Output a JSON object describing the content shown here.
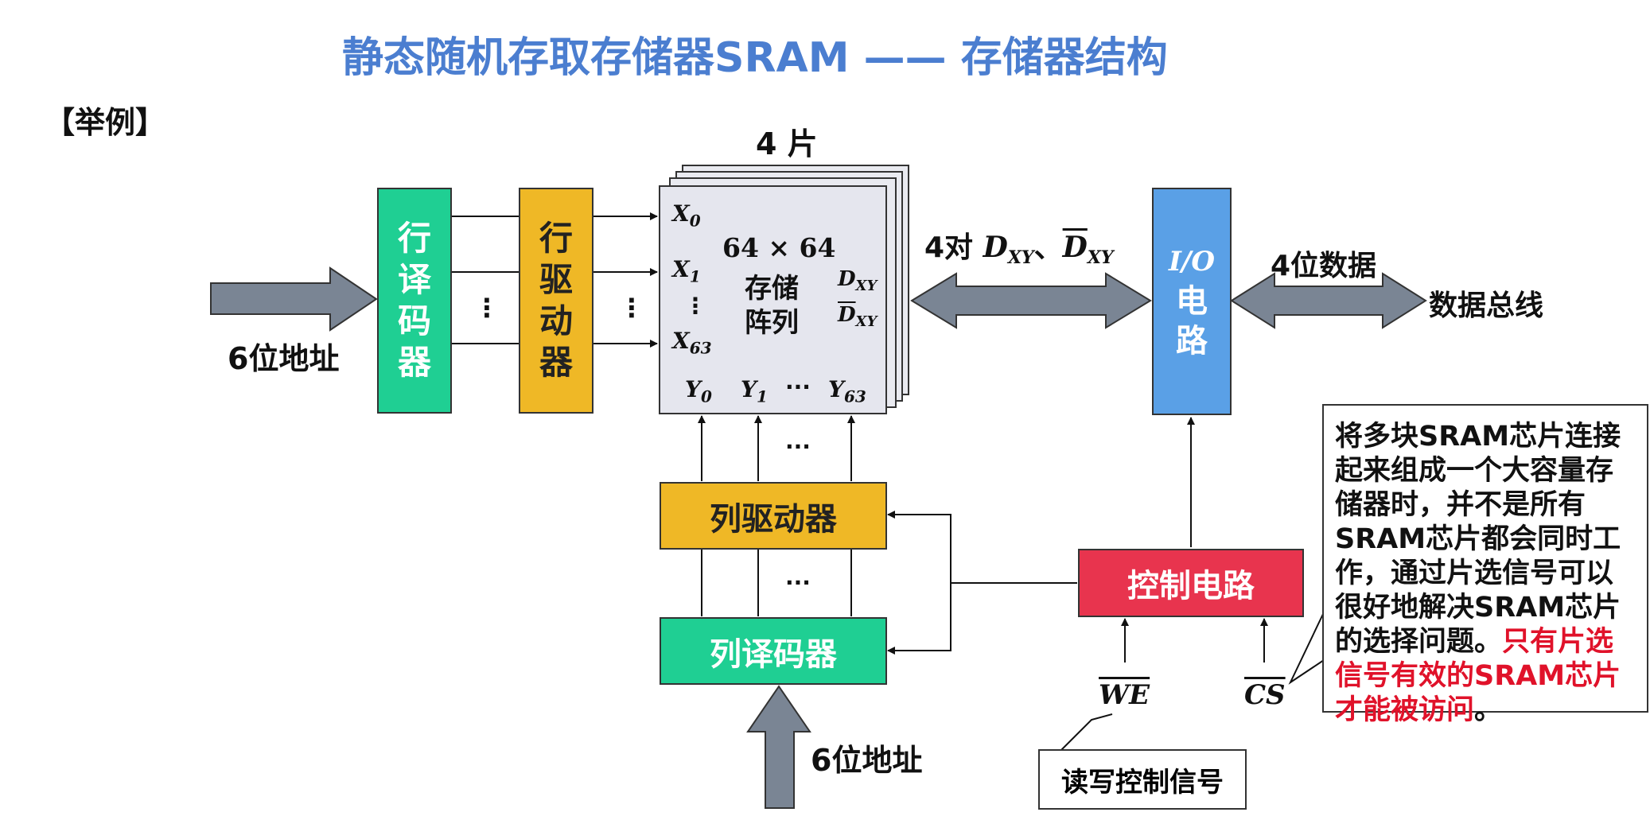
{
  "title": "静态随机存取存储器SRAM —— 存储器结构",
  "example_label": "【举例】",
  "row_decoder": {
    "chars": [
      "行",
      "译",
      "码",
      "器"
    ]
  },
  "row_driver": {
    "chars": [
      "行",
      "驱",
      "动",
      "器"
    ]
  },
  "row_address_label": "6位地址",
  "chips_label": "4 片",
  "array": {
    "x0": "X0",
    "x1": "X1",
    "x63": "X63",
    "size": "64 × 64",
    "name_line1": "存储",
    "name_line2": "阵列",
    "d1": "DXY",
    "d2": "DXY",
    "y0": "Y0",
    "y1": "Y1",
    "y63": "Y63",
    "ydots": "···"
  },
  "pair_label": "4对 DXY、DXY",
  "io": {
    "top": "I/O",
    "line1": "电",
    "line2": "路"
  },
  "data_label": "4位数据",
  "bus_label": "数据总线",
  "col_driver": "列驱动器",
  "col_decoder": "列译码器",
  "col_address_label": "6位地址",
  "control": "控制电路",
  "we": "WE",
  "cs": "CS",
  "rw_label": "读写控制信号",
  "note": {
    "normal": "将多块SRAM芯片连接起来组成一个大容量存储器时，并不是所有SRAM芯片都会同时工作，通过片选信号可以很好地解决SRAM芯片的选择问题。",
    "red": "只有片选信号有效的SRAM芯片才能被访问",
    "end": "。"
  },
  "dots": "⋮",
  "hdots": "···",
  "colors": {
    "title": "#4b7ed0",
    "decoder": "#1fcf93",
    "driver": "#efb826",
    "io": "#5aa0e6",
    "control": "#e8344e",
    "arrow": "#7a8594",
    "red_text": "#e0122a"
  }
}
